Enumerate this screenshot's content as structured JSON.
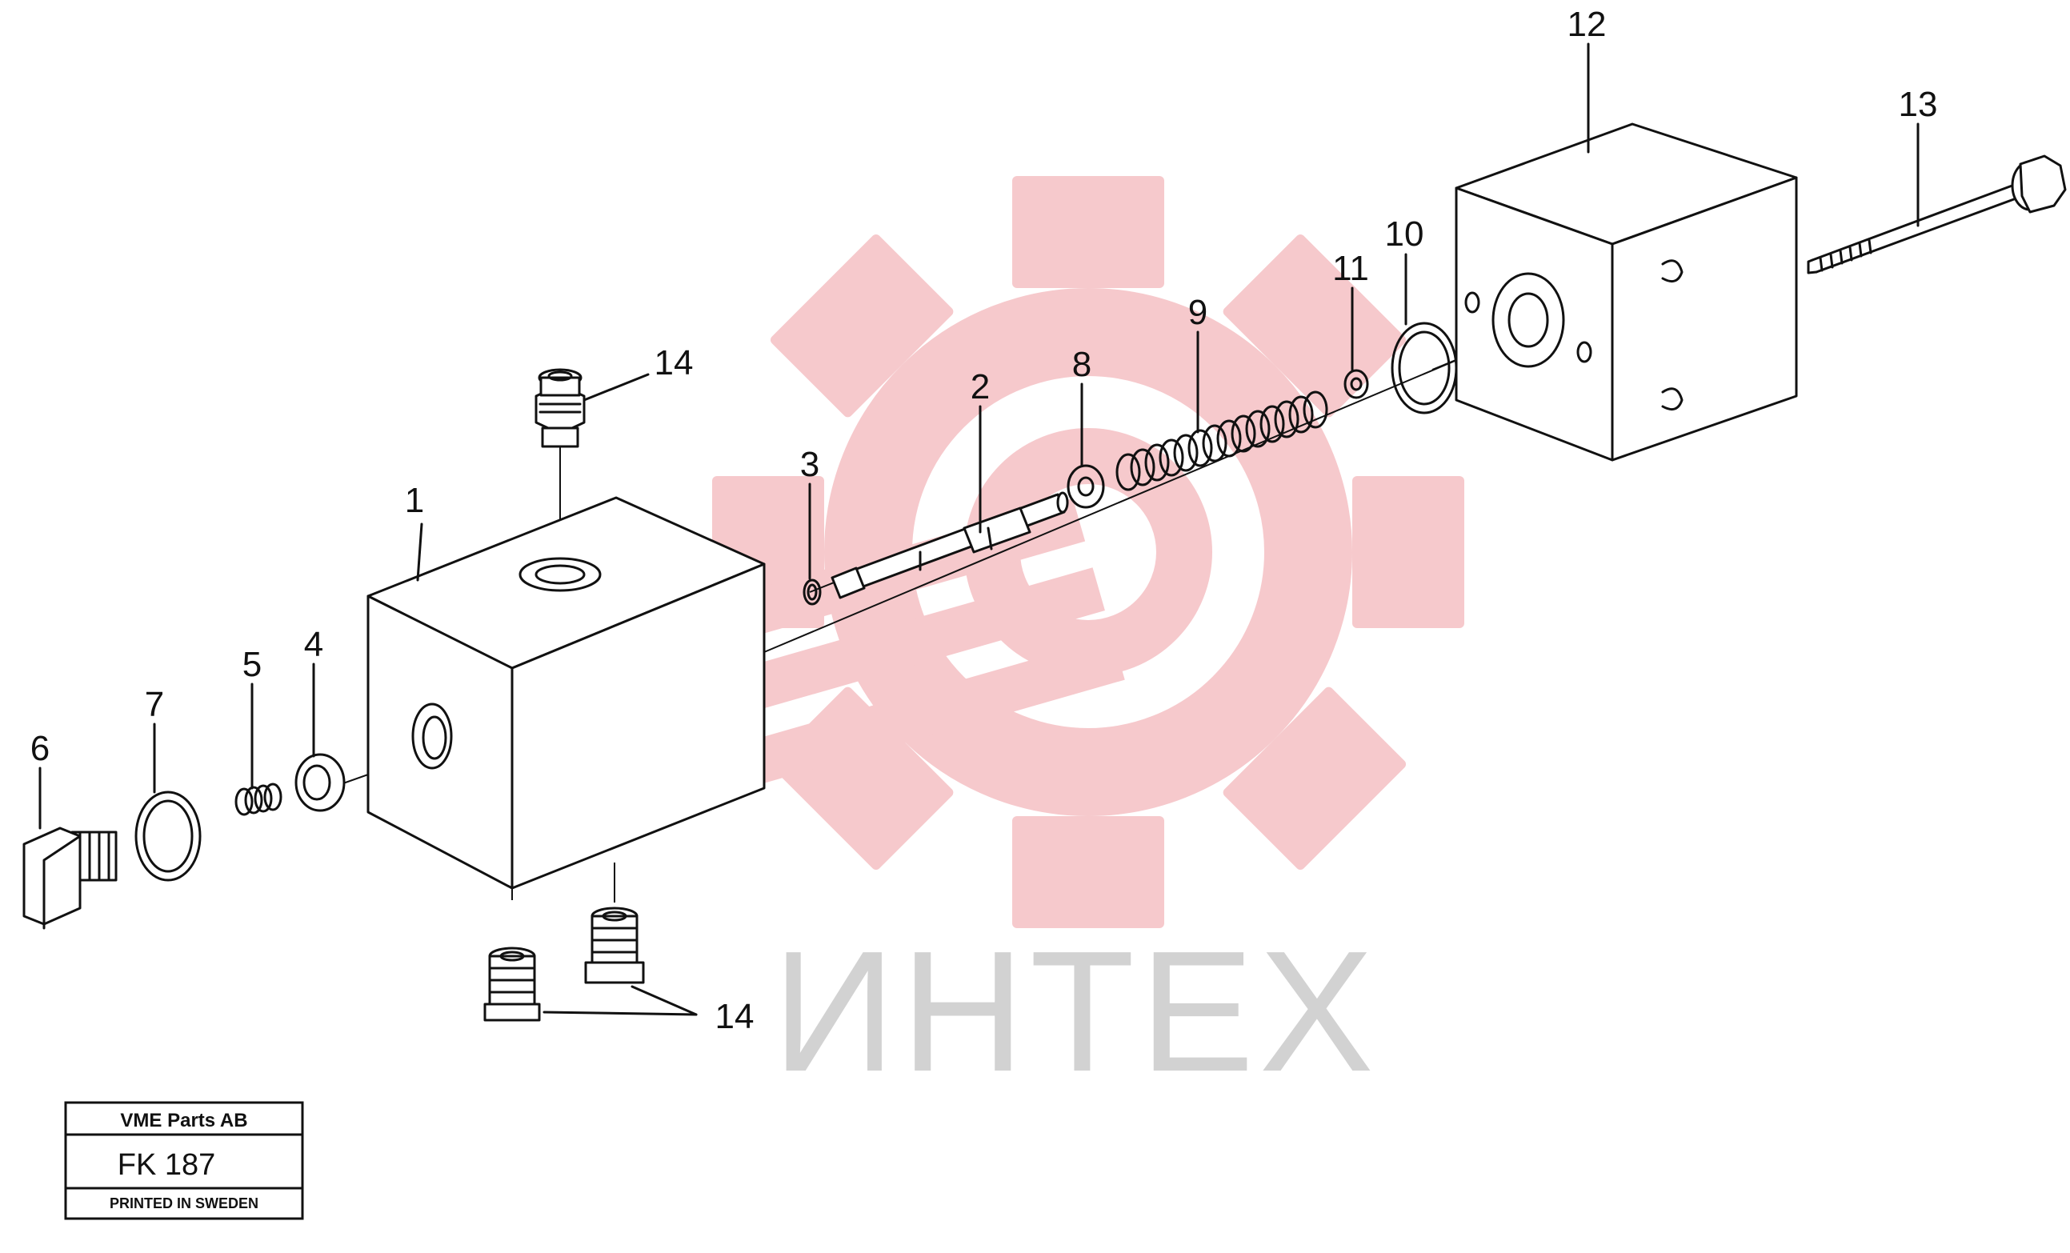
{
  "watermark": {
    "text": "ИНТЕХ",
    "gear_icon": "gear-logo-icon",
    "gear_color": "#f6c9cc",
    "text_color": "#d2d2d2"
  },
  "callouts": {
    "c1": "1",
    "c2": "2",
    "c3": "3",
    "c4": "4",
    "c5": "5",
    "c6": "6",
    "c7": "7",
    "c8": "8",
    "c9": "9",
    "c10": "10",
    "c11": "11",
    "c12": "12",
    "c13": "13",
    "c14_top": "14",
    "c14_bottom": "14"
  },
  "stamp": {
    "company": "VME Parts AB",
    "code": "FK 187",
    "printed": "PRINTED IN SWEDEN"
  }
}
